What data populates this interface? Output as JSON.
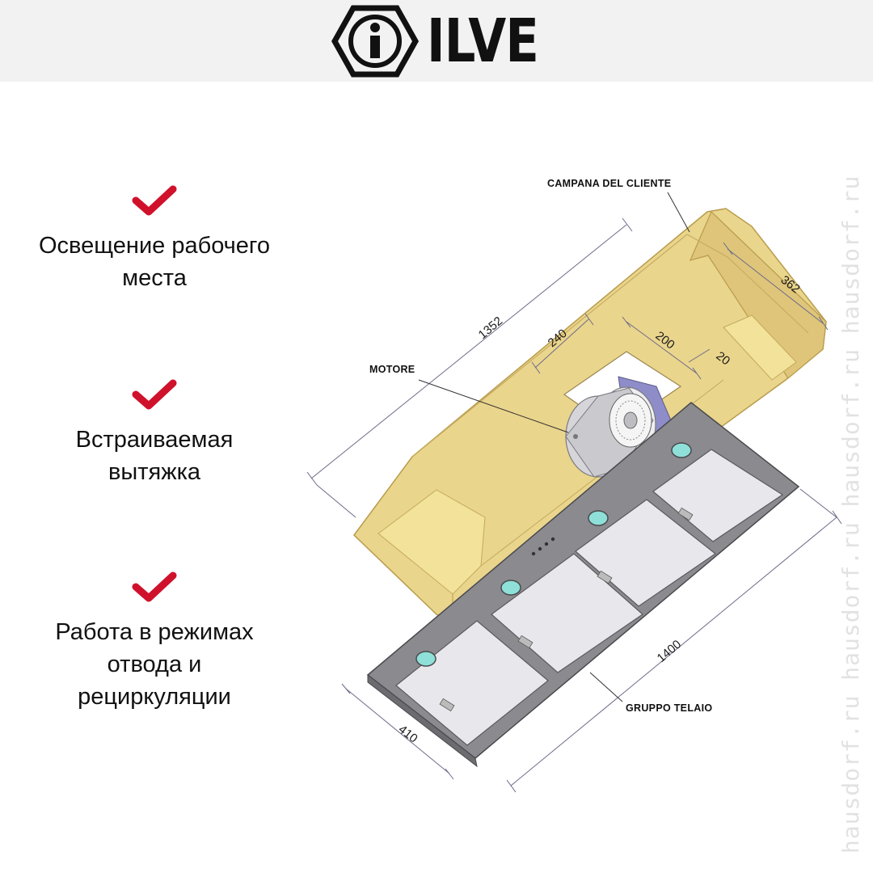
{
  "brand": {
    "name": "ILVE",
    "mark": "i"
  },
  "features": [
    {
      "text": "Освещение рабочего места"
    },
    {
      "text": "Встраиваемая вытяжка"
    },
    {
      "text": "Работа в режимах отвода и рециркуляции"
    }
  ],
  "diagram": {
    "labels": {
      "hood": "CAMPANA DEL CLIENTE",
      "motor": "MOTORE",
      "frame": "GRUPPO TELAIO"
    },
    "dimensions": {
      "length_top": "1352",
      "depth_top": "362",
      "offset": "240",
      "cutout": "200",
      "margin": "20",
      "length_frame": "1400",
      "depth_frame": "410"
    }
  },
  "watermark": "hausdorf.ru   hausdorf.ru   hausdorf.ru   hausdorf.ru",
  "colors": {
    "check": "#d0112b",
    "hood": "#e9d58a",
    "frame": "#8b8b8f",
    "panel": "#e6e6ea",
    "light": "#8ee0d8"
  }
}
